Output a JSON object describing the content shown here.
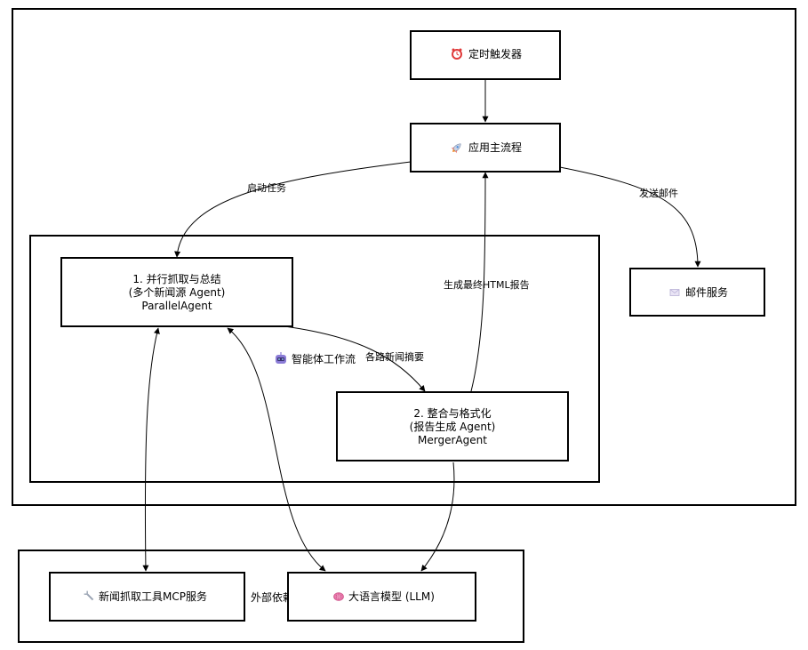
{
  "nodes": {
    "timer": {
      "icon": "alarm-clock-icon",
      "label": "定时触发器"
    },
    "app_main": {
      "icon": "rocket-icon",
      "label": "应用主流程"
    },
    "mail": {
      "icon": "envelope-icon",
      "label": "邮件服务"
    },
    "parallel": {
      "line1": "1. 并行抓取与总结",
      "line2": "(多个新闻源 Agent)",
      "line3": "ParallelAgent"
    },
    "merger": {
      "line1": "2. 整合与格式化",
      "line2": "(报告生成 Agent)",
      "line3": "MergerAgent"
    },
    "news_tool": {
      "icon": "wrench-icon",
      "label": "新闻抓取工具MCP服务"
    },
    "llm": {
      "icon": "brain-icon",
      "label": "大语言模型 (LLM)"
    }
  },
  "groups": {
    "workflow": {
      "icon": "robot-icon",
      "label": "智能体工作流"
    },
    "external": {
      "label": "外部依赖"
    }
  },
  "edges": {
    "start_task": "启动任务",
    "send_mail": "发送邮件",
    "news_summaries": "各路新闻摘要",
    "final_report": "生成最终HTML报告"
  }
}
